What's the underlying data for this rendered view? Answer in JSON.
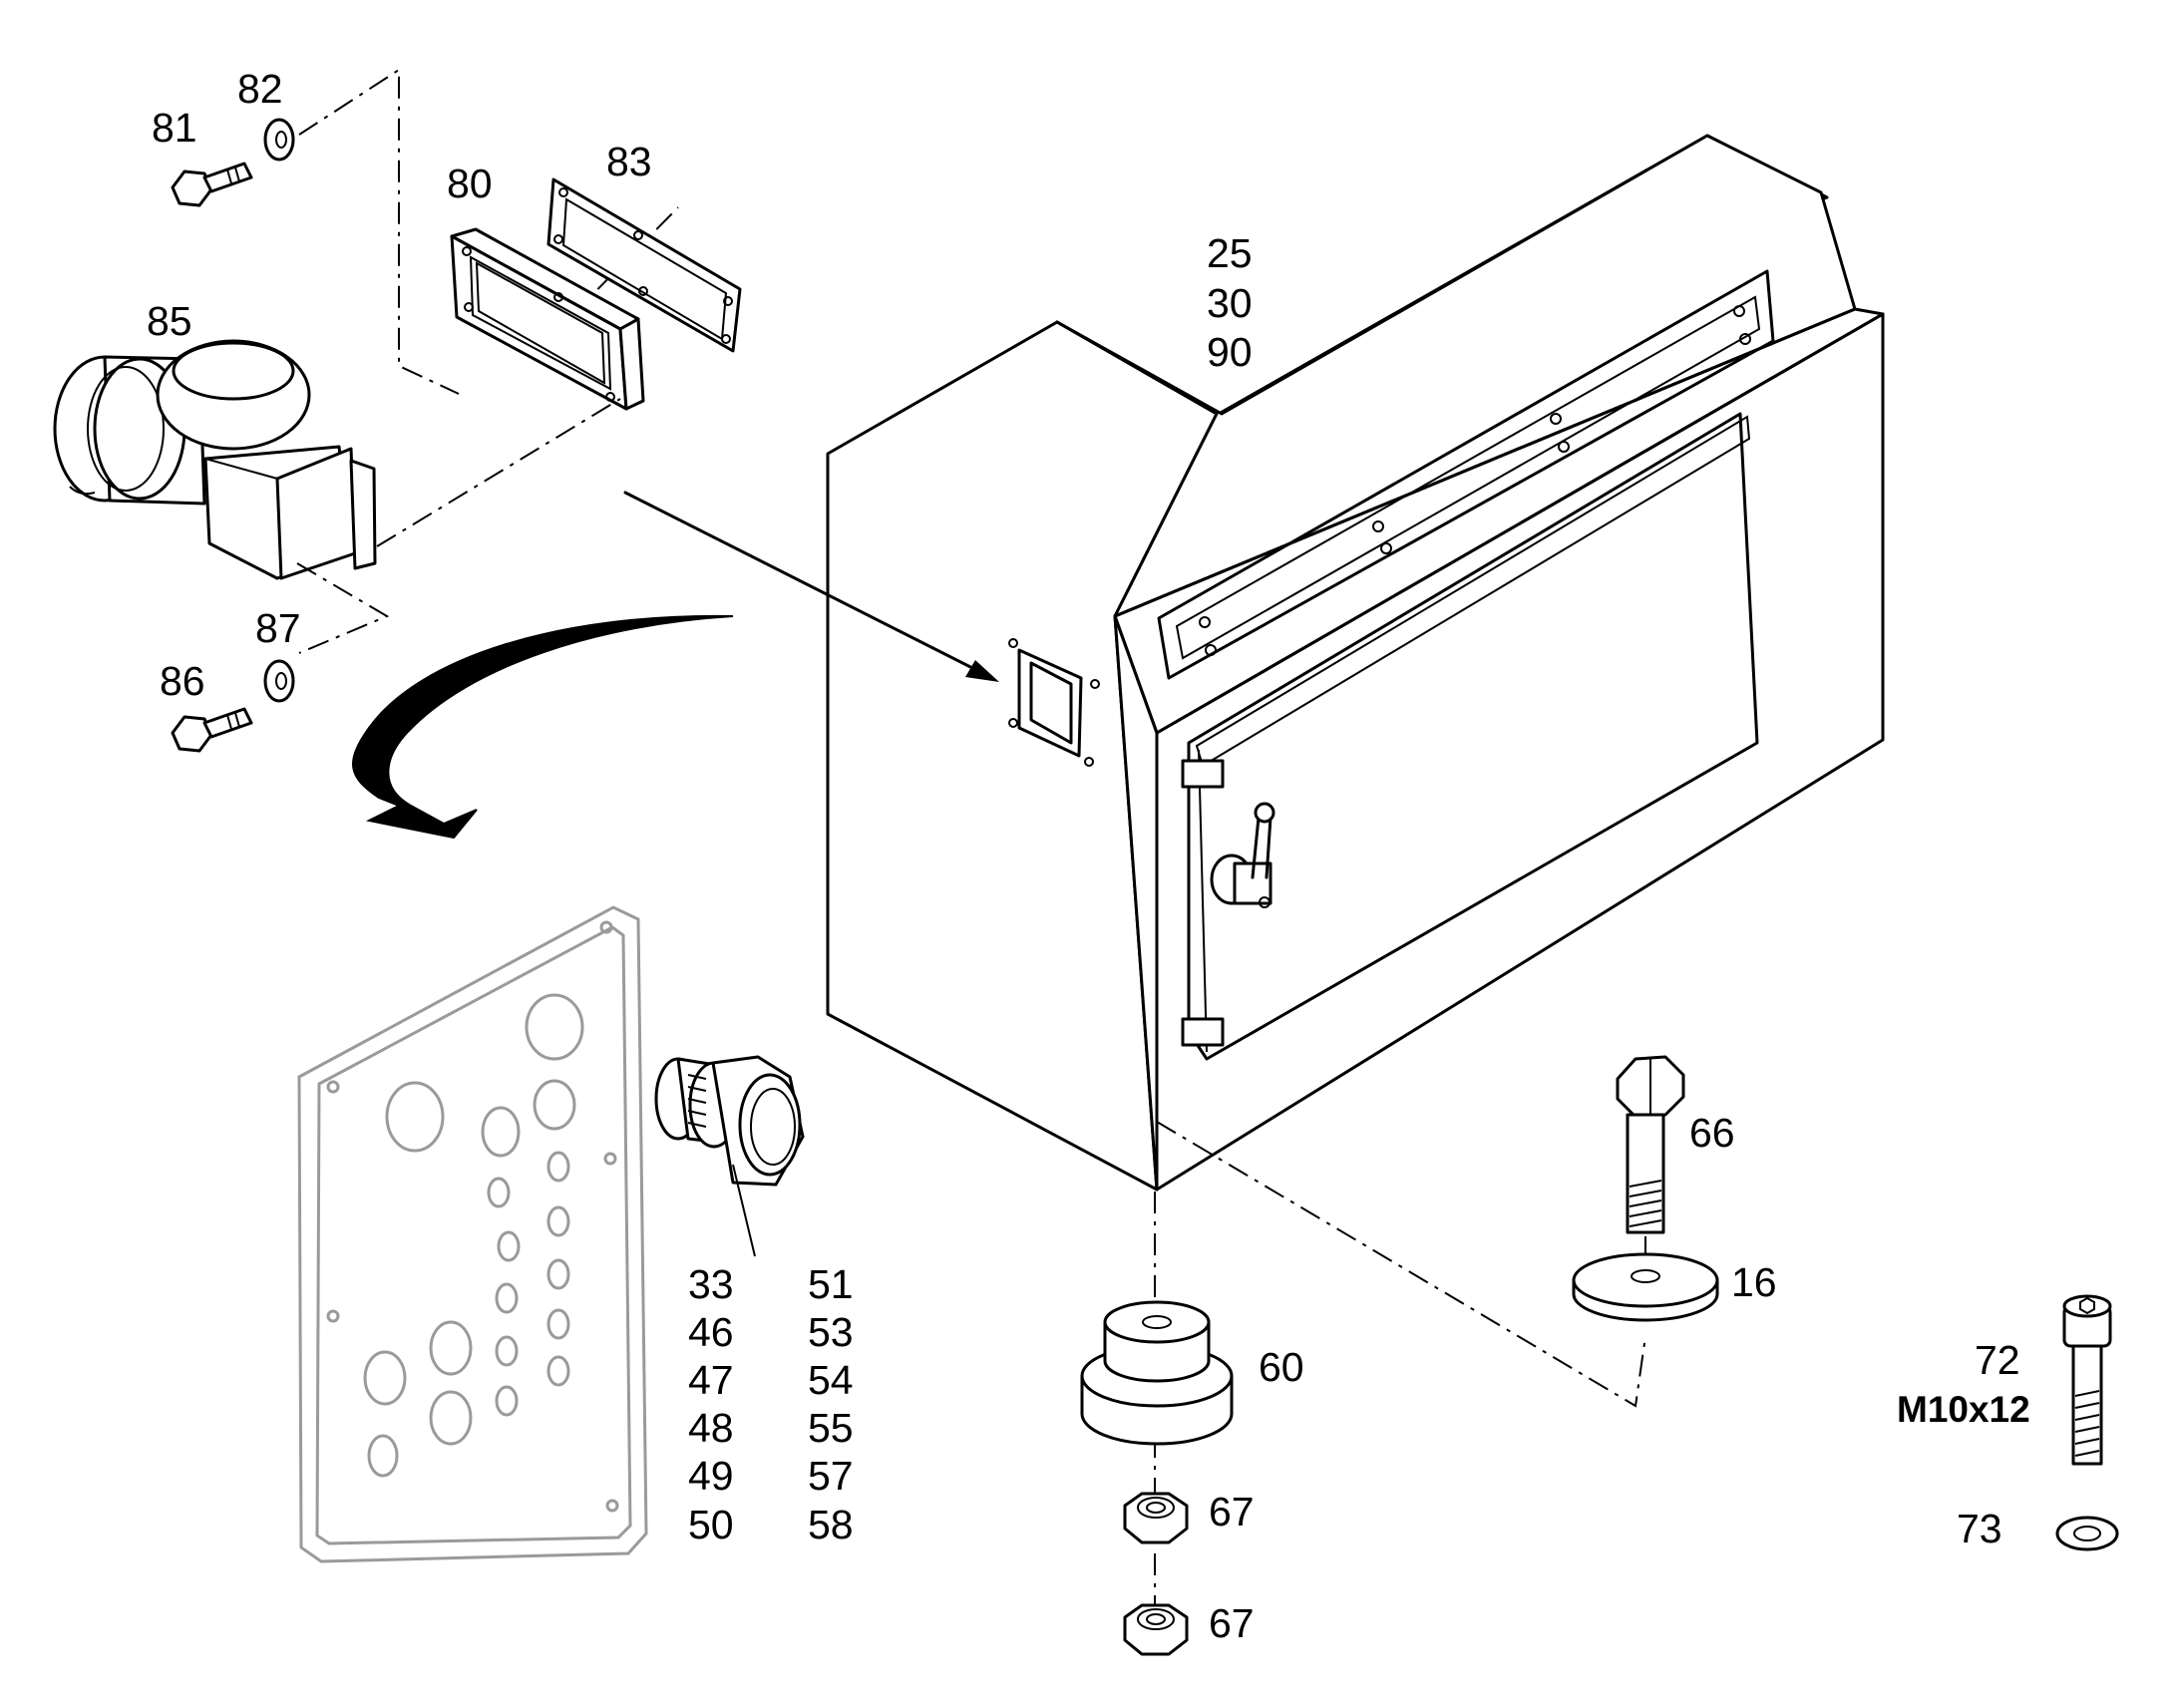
{
  "labels": {
    "l81": "81",
    "l82": "82",
    "l80": "80",
    "l83": "83",
    "l85": "85",
    "l87": "87",
    "l86": "86",
    "l25": "25",
    "l30": "30",
    "l90": "90",
    "l66": "66",
    "l16": "16",
    "l60": "60",
    "l67a": "67",
    "l67b": "67",
    "l72": "72",
    "lM10": "M10x12",
    "l73": "73",
    "c1": [
      "33",
      "46",
      "47",
      "48",
      "49",
      "50"
    ],
    "c2": [
      "51",
      "53",
      "54",
      "55",
      "57",
      "58"
    ]
  }
}
